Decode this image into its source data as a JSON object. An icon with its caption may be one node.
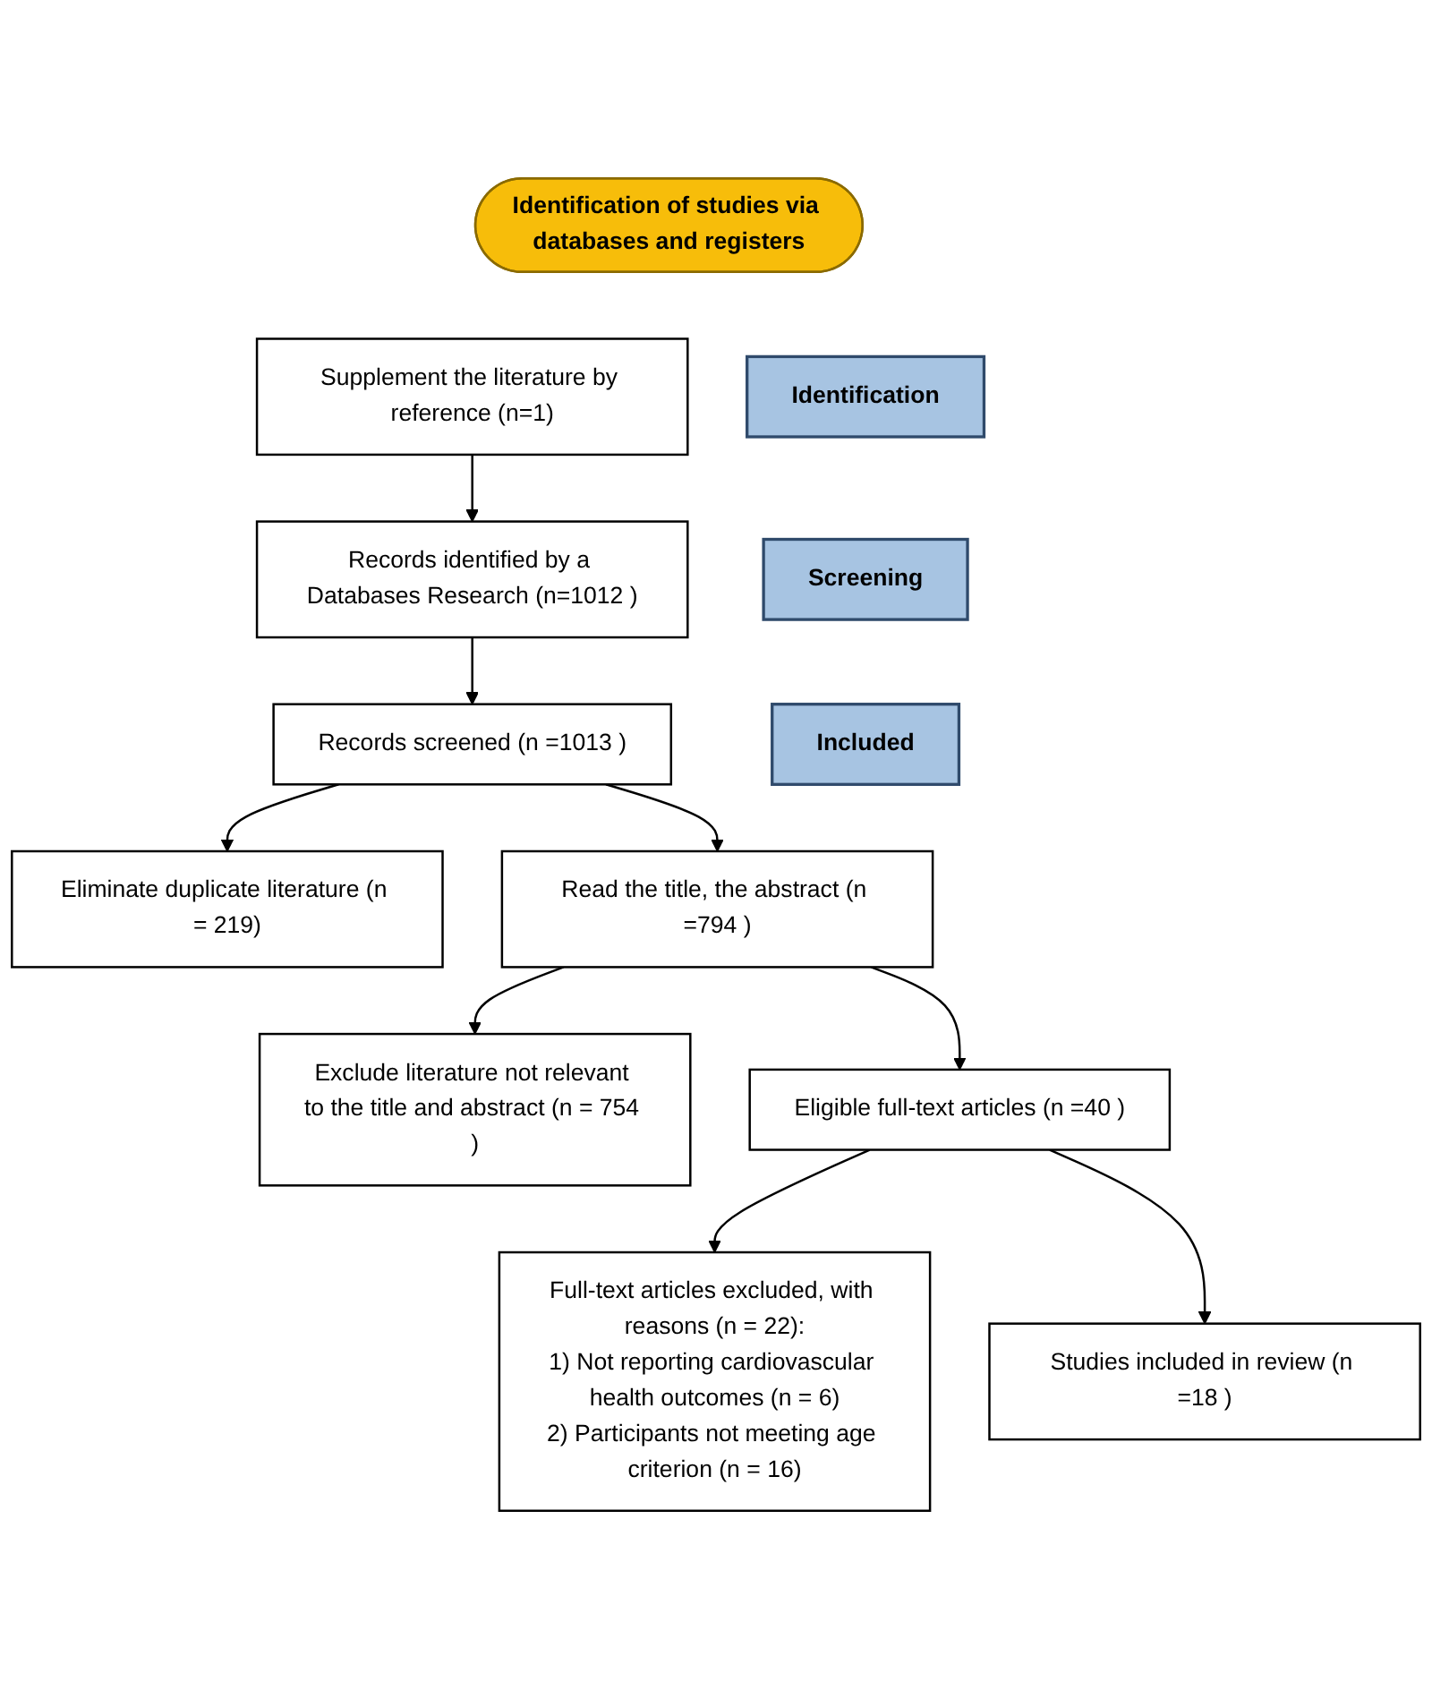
{
  "diagram": {
    "nodes": [
      {
        "text": [
          "Identification of studies via databases and registers"
        ]
      },
      {
        "text": [
          "Identification"
        ]
      },
      {
        "text": [
          "Records identified by a Databases Research (n=1012 )"
        ]
      },
      {
        "text": [
          "Supplement the literature by reference (n=1)"
        ]
      },
      {
        "text": [
          "Screening"
        ]
      },
      {
        "text": [
          "Records screened (n =1013 )"
        ]
      },
      {
        "text": [
          "Eliminate duplicate literature (n = 219)"
        ]
      },
      {
        "text": [
          "Read the title, the abstract (n =794 )"
        ]
      },
      {
        "text": [
          "Exclude literature not relevant to the title and abstract (n = 754 )"
        ]
      },
      {
        "text": [
          "Eligible full-text articles (n =40 )"
        ]
      },
      {
        "text": [
          "Full-text articles excluded, with reasons (n = 22):",
          "1) Not reporting cardiovascular health outcomes (n = 6)",
          "2) Participants not meeting age criterion (n = 16)"
        ]
      },
      {
        "text": [
          "Included"
        ]
      },
      {
        "text": [
          "Studies included in review (n =18 )"
        ]
      }
    ],
    "edges": [
      {
        "from": 3,
        "to": 2,
        "arrow": "to"
      },
      {
        "from": 2,
        "to": 5,
        "arrow": "to"
      },
      {
        "from": 5,
        "to": 6,
        "arrow": "to"
      },
      {
        "from": 5,
        "to": 7,
        "arrow": "to"
      },
      {
        "from": 7,
        "to": 8,
        "arrow": "to"
      },
      {
        "from": 7,
        "to": 9,
        "arrow": "to"
      },
      {
        "from": 9,
        "to": 10,
        "arrow": "to"
      },
      {
        "from": 9,
        "to": 12,
        "arrow": "to"
      }
    ]
  }
}
